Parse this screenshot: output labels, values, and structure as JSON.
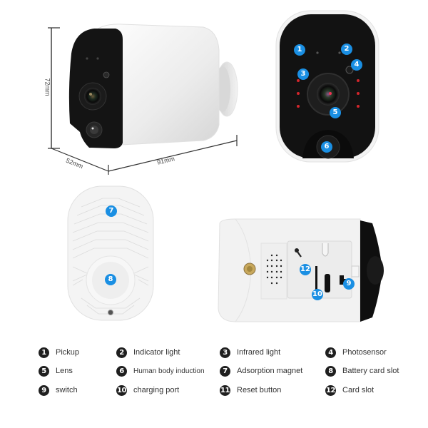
{
  "dimensions": {
    "height": "72mm",
    "depth": "52mm",
    "width": "91mm"
  },
  "colors": {
    "badge_blue": "#1a8fe3",
    "legend_dark": "#1f1f1f",
    "ir_led_red": "#d3262c",
    "body_white": "#f2f2f2",
    "face_black": "#151515"
  },
  "front_view": {
    "callouts": [
      "1",
      "2",
      "3",
      "4",
      "5",
      "6"
    ]
  },
  "back_view": {
    "callouts": [
      "7",
      "8"
    ]
  },
  "bottom_view": {
    "callouts": [
      "9",
      "10",
      "12"
    ]
  },
  "legend": {
    "items": [
      {
        "num": "1",
        "label": "Pickup"
      },
      {
        "num": "2",
        "label": "Indicator light"
      },
      {
        "num": "3",
        "label": "Infrared light"
      },
      {
        "num": "4",
        "label": "Photosensor"
      },
      {
        "num": "5",
        "label": "Lens"
      },
      {
        "num": "6",
        "label": "Human body induction"
      },
      {
        "num": "7",
        "label": "Adsorption magnet"
      },
      {
        "num": "8",
        "label": "Battery card slot"
      },
      {
        "num": "9",
        "label": "switch"
      },
      {
        "num": "10",
        "label": "charging port"
      },
      {
        "num": "11",
        "label": "Reset button"
      },
      {
        "num": "12",
        "label": "Card slot"
      }
    ]
  }
}
